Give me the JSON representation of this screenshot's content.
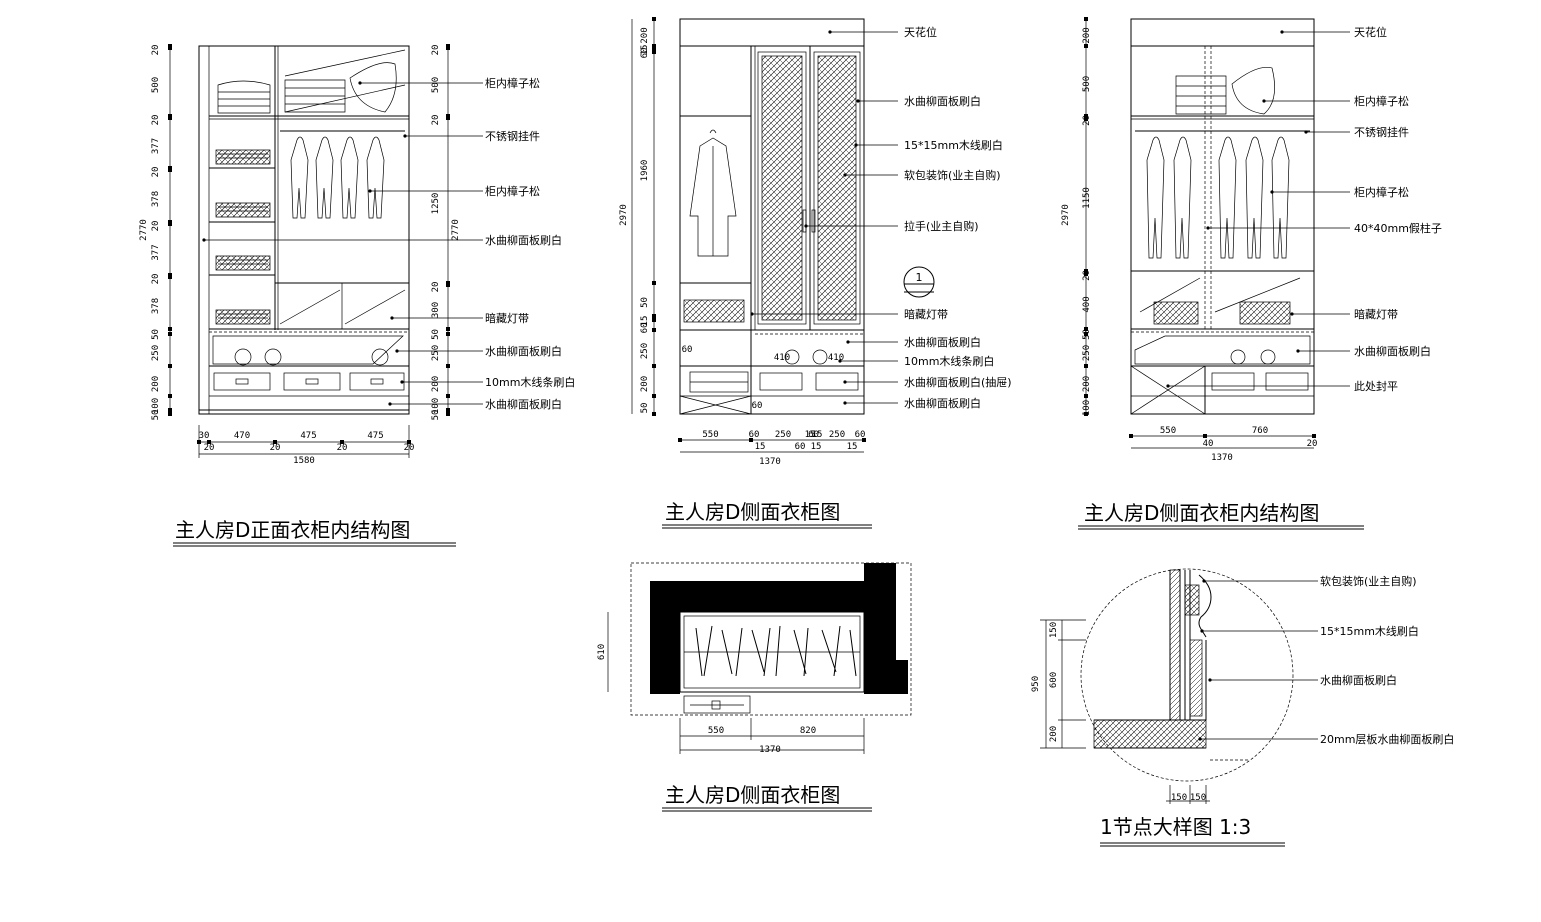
{
  "titles": {
    "d1": "主人房D正面衣柜内结构图",
    "d2": "主人房D侧面衣柜图",
    "d3": "主人房D侧面衣柜内结构图",
    "d4": "主人房D侧面衣柜图",
    "d5": "1节点大样图 1:3"
  },
  "d1": {
    "leftDims": [
      "20",
      "500",
      "20",
      "377",
      "20",
      "378",
      "20",
      "377",
      "20",
      "378",
      "50",
      "250",
      "200",
      "100",
      "50"
    ],
    "rightDims": [
      "20",
      "500",
      "20",
      "1250",
      "20",
      "300",
      "50",
      "250",
      "200",
      "100",
      "50"
    ],
    "total": "2770",
    "bottomTop": [
      "30",
      "470",
      "475",
      "475"
    ],
    "bottomMid": [
      "20",
      "20",
      "20",
      "20"
    ],
    "bottomTotal": "1580",
    "callouts": [
      "柜内樟子松",
      "不锈钢挂件",
      "柜内樟子松",
      "水曲柳面板刷白",
      "暗藏灯带",
      "水曲柳面板刷白",
      "10mm木线条刷白",
      "水曲柳面板刷白"
    ]
  },
  "d2": {
    "leftDims": [
      "200",
      "15",
      "60",
      "1960",
      "50",
      "15",
      "60",
      "250",
      "200",
      "50"
    ],
    "total": "2970",
    "bottomTop": [
      "550",
      "60",
      "250",
      "15",
      "60",
      "15",
      "250",
      "60"
    ],
    "bottomMid": [
      "15",
      "60",
      "15",
      "15"
    ],
    "bottomTotal": "1370",
    "innerDims": [
      "410",
      "410",
      "60",
      "60"
    ],
    "callouts": [
      "天花位",
      "水曲柳面板刷白",
      "15*15mm木线刷白",
      "软包装饰(业主自购)",
      "拉手(业主自购)",
      "暗藏灯带",
      "水曲柳面板刷白",
      "10mm木线条刷白",
      "水曲柳面板刷白(抽屉)",
      "水曲柳面板刷白"
    ],
    "detailMarker": "1"
  },
  "d3": {
    "leftDims": [
      "200",
      "500",
      "20",
      "1150",
      "20",
      "400",
      "50",
      "250",
      "200",
      "100"
    ],
    "total": "2970",
    "bottomTop": [
      "550",
      "760"
    ],
    "bottomMid": [
      "40",
      "20"
    ],
    "bottomTotal": "1370",
    "callouts": [
      "天花位",
      "柜内樟子松",
      "不锈钢挂件",
      "柜内樟子松",
      "40*40mm假柱子",
      "暗藏灯带",
      "水曲柳面板刷白",
      "此处封平"
    ]
  },
  "d4": {
    "leftDim": "610",
    "bottomTop": [
      "550",
      "820"
    ],
    "bottomTotal": "1370"
  },
  "d5": {
    "leftDims": [
      "150",
      "600",
      "200"
    ],
    "total": "950",
    "bottom": [
      "150",
      "150"
    ],
    "callouts": [
      "软包装饰(业主自购)",
      "15*15mm木线刷白",
      "水曲柳面板刷白",
      "20mm层板水曲柳面板刷白"
    ]
  }
}
